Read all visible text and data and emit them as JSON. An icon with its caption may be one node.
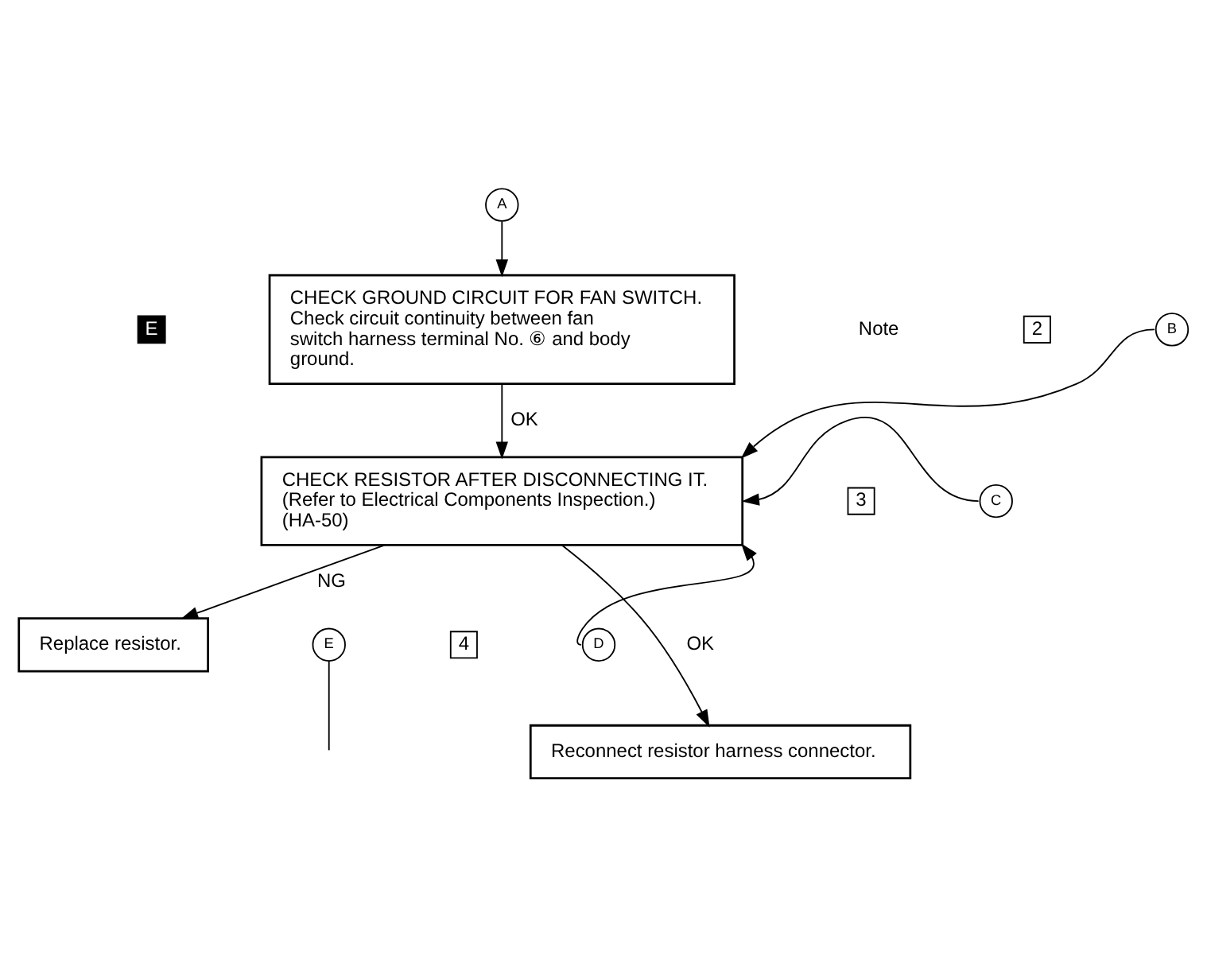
{
  "diagram": {
    "nodes": [
      {
        "text": [
          "A"
        ]
      },
      {
        "text": [
          "CHECK GROUND CIRCUIT FOR FAN SWITCH.",
          "Check circuit continuity between fan switch harness terminal No. ⑥ and body ground."
        ]
      },
      {
        "text": [
          "CHECK RESISTOR AFTER DISCONNECTING IT.",
          "(Refer to Electrical Components Inspection.)",
          "(HA-50)"
        ]
      },
      {
        "text": [
          "B"
        ]
      },
      {
        "text": [
          "C"
        ]
      },
      {
        "text": [
          "D"
        ]
      },
      {
        "text": [
          "Replace resistor."
        ]
      },
      {
        "text": [
          "Reconnect resistor harness connector."
        ]
      },
      {
        "text": [
          "E"
        ]
      }
    ],
    "edges": [
      {
        "from": 0,
        "to": 1,
        "arrow": "to"
      },
      {
        "from": 1,
        "to": 2,
        "arrow": "to",
        "label": "OK"
      },
      {
        "from": 3,
        "to": 2,
        "arrow": "to"
      },
      {
        "from": 4,
        "to": 2,
        "arrow": "to"
      },
      {
        "from": 5,
        "to": 2,
        "arrow": "to"
      },
      {
        "from": 2,
        "to": 6,
        "arrow": "to",
        "label": "NG"
      },
      {
        "from": 2,
        "to": 7,
        "arrow": "to",
        "label": "OK"
      },
      {
        "from": 8,
        "to": null,
        "arrow": "none"
      }
    ],
    "labels": [
      "E",
      "Note",
      "2",
      "3",
      "4"
    ]
  }
}
